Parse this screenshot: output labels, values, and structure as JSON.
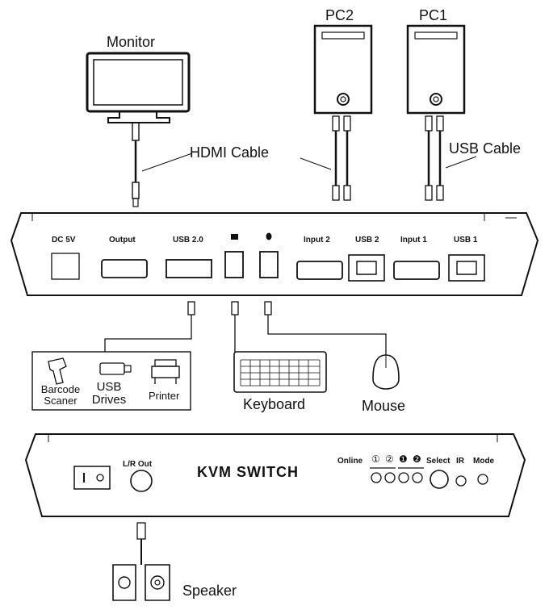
{
  "devices": {
    "monitor": "Monitor",
    "pc2": "PC2",
    "pc1": "PC1",
    "keyboard": "Keyboard",
    "mouse": "Mouse",
    "barcode": "Barcode Scaner",
    "usb_drives": "USB Drives",
    "printer": "Printer",
    "speaker": "Speaker"
  },
  "cables": {
    "hdmi": "HDMI Cable",
    "usb": "USB Cable"
  },
  "rear_panel": {
    "dc": "DC 5V",
    "output": "Output",
    "usb20": "USB 2.0",
    "input2": "Input 2",
    "usb2": "USB 2",
    "input1": "Input 1",
    "usb1": "USB 1"
  },
  "front_panel": {
    "title": "KVM SWITCH",
    "lr_out": "L/R Out",
    "online": "Online",
    "led1": "①",
    "led2": "②",
    "sel1": "❶",
    "sel2": "❷",
    "select": "Select",
    "ir": "IR",
    "mode": "Mode"
  }
}
